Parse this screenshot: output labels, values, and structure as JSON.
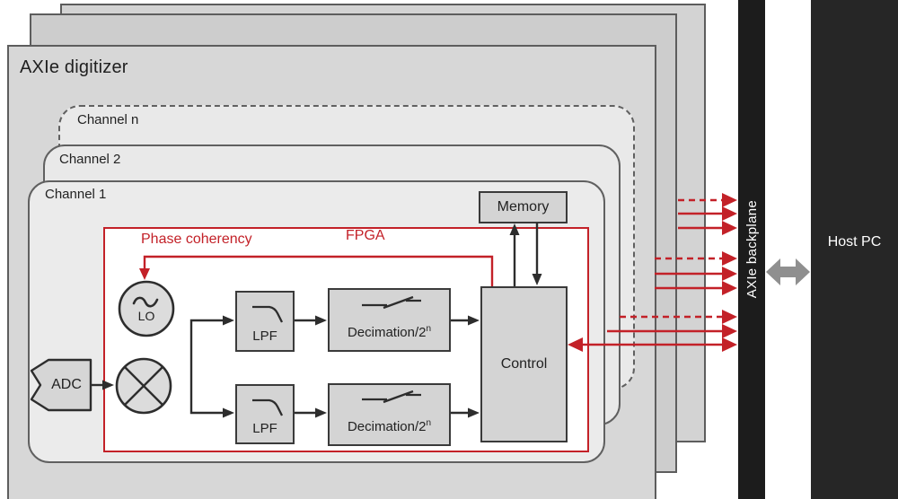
{
  "colors": {
    "accent_red": "#c32128",
    "panel_gray": "#d7d7d7",
    "channel_gray": "#e9e9e9",
    "block_gray": "#d4d4d4",
    "backplane_black": "#1c1c1c",
    "host_black": "#262626",
    "link_arrow_gray": "#8f8f8f",
    "line_black": "#2d2d2d"
  },
  "digitizer": {
    "title": "AXIe digitizer",
    "channels": [
      {
        "label": "Channel n"
      },
      {
        "label": "Channel 2"
      },
      {
        "label": "Channel 1"
      }
    ]
  },
  "fpga": {
    "label": "FPGA",
    "phase_label": "Phase coherency"
  },
  "blocks": {
    "adc": "ADC",
    "lo": "LO",
    "lpf": "LPF",
    "decimation": "Decimation/2",
    "decimation_sup": "n",
    "control": "Control",
    "memory": "Memory"
  },
  "backplane": {
    "label": "AXIe backplane"
  },
  "host": {
    "label": "Host PC"
  },
  "icons": [
    "adc-arrow-shape",
    "sine-icon",
    "mixer-icon",
    "lpf-response-icon",
    "decimation-switch-icon",
    "red-arrow-icon",
    "dashed-red-arrow-icon",
    "bidirectional-gray-arrow-icon"
  ]
}
